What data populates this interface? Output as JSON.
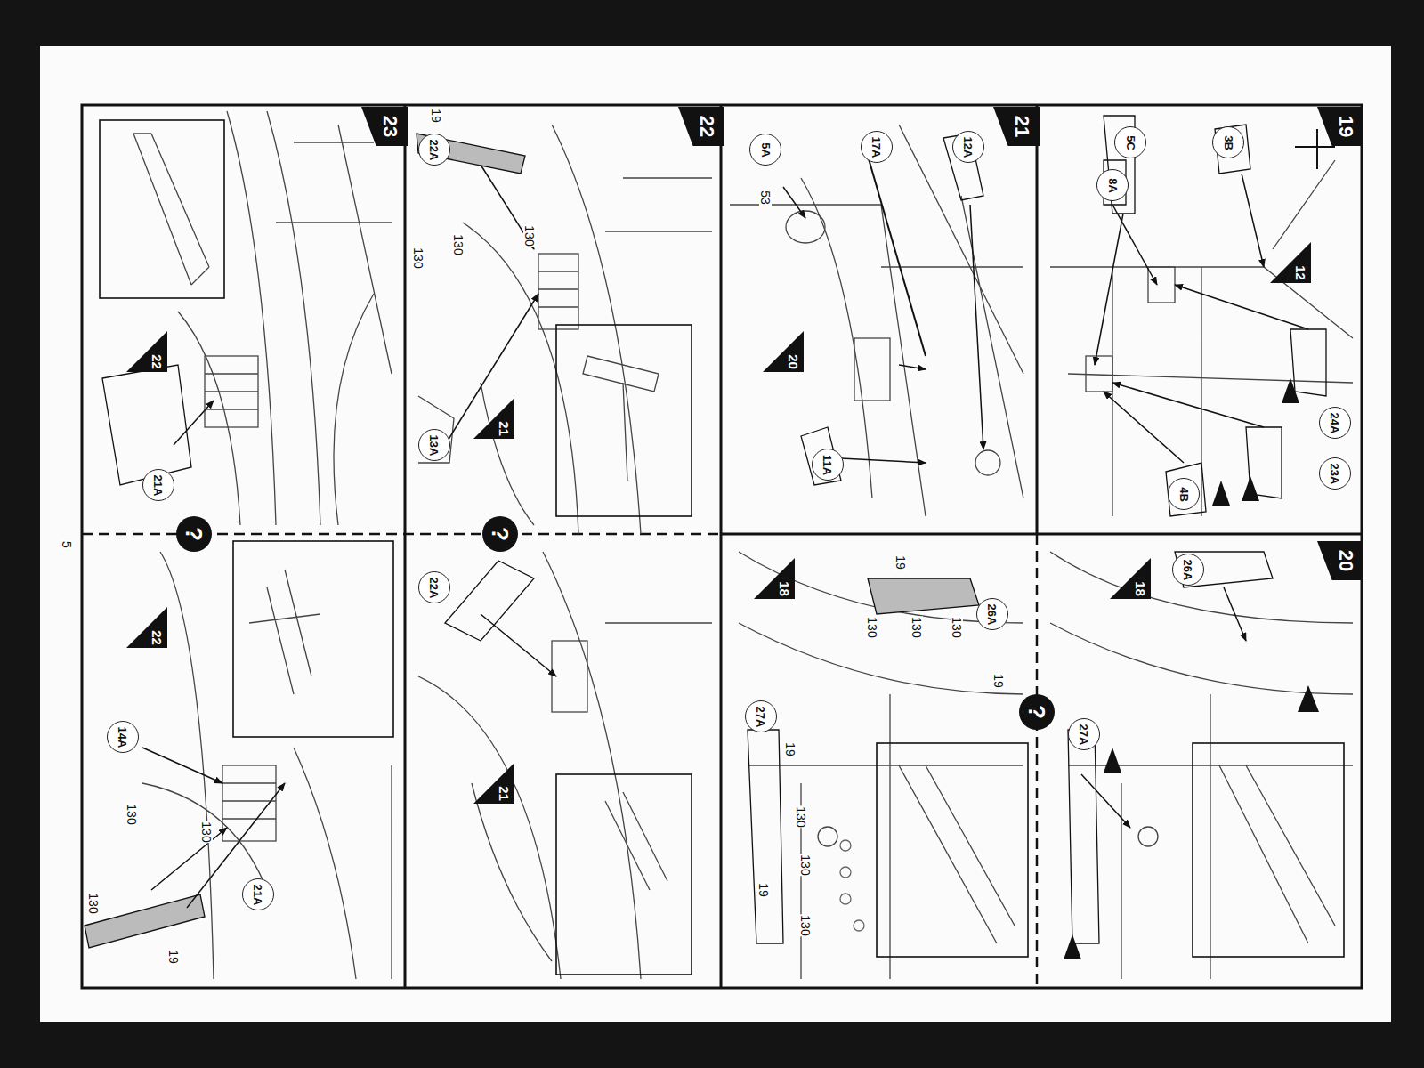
{
  "diagram": {
    "nodes": [
      {
        "text": [
          "23"
        ]
      },
      {
        "text": [
          "22"
        ]
      },
      {
        "text": [
          "21"
        ]
      },
      {
        "text": [
          "19"
        ]
      },
      {
        "text": [
          "20"
        ]
      },
      {
        "text": [
          "22"
        ]
      },
      {
        "text": [
          "21A"
        ]
      },
      {
        "text": [
          "?"
        ]
      },
      {
        "text": [
          "22"
        ]
      },
      {
        "text": [
          "14A"
        ]
      },
      {
        "text": [
          "21A"
        ]
      },
      {
        "text": [
          "22A"
        ]
      },
      {
        "text": [
          "13A"
        ]
      },
      {
        "text": [
          "21"
        ]
      },
      {
        "text": [
          "?"
        ]
      },
      {
        "text": [
          "22A"
        ]
      },
      {
        "text": [
          "21"
        ]
      },
      {
        "text": [
          "5A"
        ]
      },
      {
        "text": [
          "17A"
        ]
      },
      {
        "text": [
          "12A"
        ]
      },
      {
        "text": [
          "20"
        ]
      },
      {
        "text": [
          "11A"
        ]
      },
      {
        "text": [
          "5C"
        ]
      },
      {
        "text": [
          "8A"
        ]
      },
      {
        "text": [
          "3B"
        ]
      },
      {
        "text": [
          "12"
        ]
      },
      {
        "text": [
          "24A"
        ]
      },
      {
        "text": [
          "23A"
        ]
      },
      {
        "text": [
          "4B"
        ]
      },
      {
        "text": [
          "18"
        ]
      },
      {
        "text": [
          "26A"
        ]
      },
      {
        "text": [
          "27A"
        ]
      },
      {
        "text": [
          "?"
        ]
      },
      {
        "text": [
          "18"
        ]
      },
      {
        "text": [
          "26A"
        ]
      },
      {
        "text": [
          "27A"
        ]
      }
    ],
    "labels": [
      "5",
      "130",
      "130",
      "130",
      "19",
      "19",
      "130",
      "130",
      "130",
      "53",
      "19",
      "130",
      "130",
      "130",
      "19",
      "19",
      "130",
      "130",
      "130",
      "19"
    ]
  }
}
